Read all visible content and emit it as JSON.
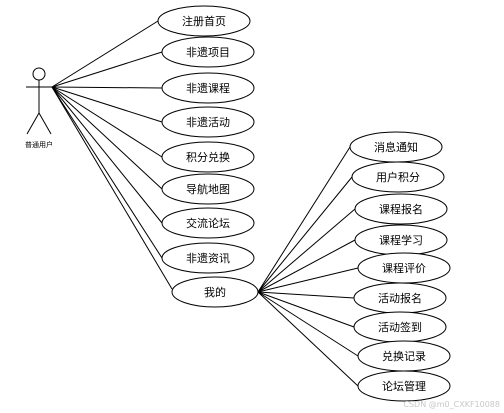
{
  "actor": {
    "label": "普通用户"
  },
  "use_cases": [
    {
      "label": "注册首页"
    },
    {
      "label": "非遗项目"
    },
    {
      "label": "非遗课程"
    },
    {
      "label": "非遗活动"
    },
    {
      "label": "积分兑换"
    },
    {
      "label": "导航地图"
    },
    {
      "label": "交流论坛"
    },
    {
      "label": "非遗资讯"
    },
    {
      "label": "我的"
    }
  ],
  "sub_use_cases": [
    {
      "label": "消息通知"
    },
    {
      "label": "用户积分"
    },
    {
      "label": "课程报名"
    },
    {
      "label": "课程学习"
    },
    {
      "label": "课程评价"
    },
    {
      "label": "活动报名"
    },
    {
      "label": "活动签到"
    },
    {
      "label": "兑换记录"
    },
    {
      "label": "论坛管理"
    }
  ],
  "watermark": "CSDN @m0_CXKF10088"
}
